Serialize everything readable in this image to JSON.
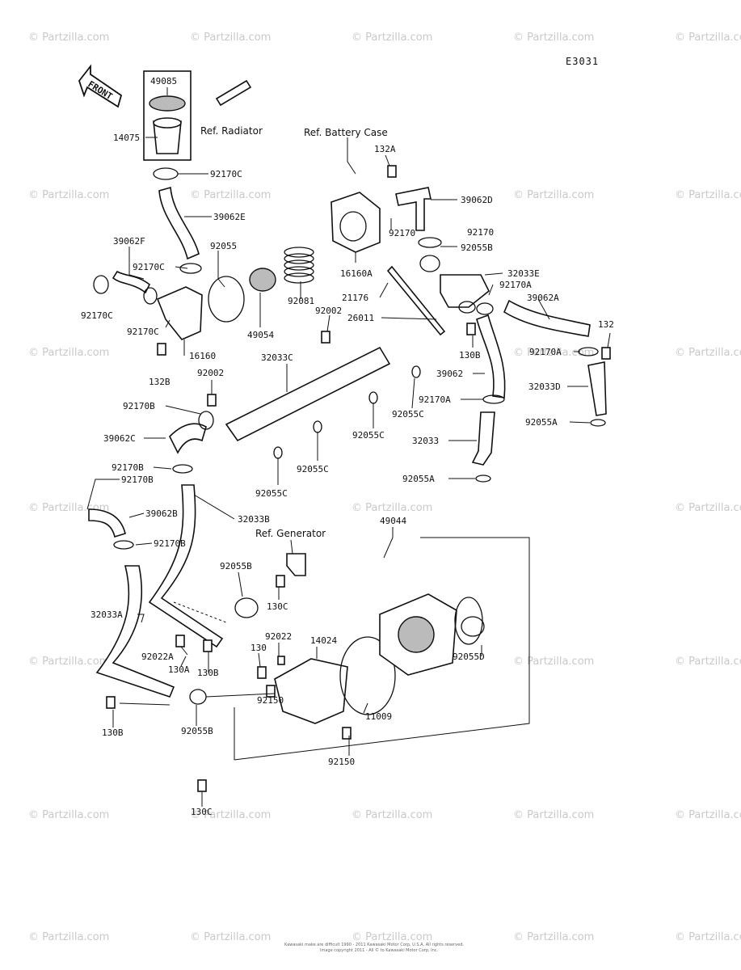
{
  "diagram_code": "E3031",
  "front_arrow": "FRONT",
  "watermark": "© Partzilla.com",
  "refs": {
    "radiator": "Ref. Radiator",
    "battery_case": "Ref. Battery Case",
    "generator": "Ref. Generator"
  },
  "labels": {
    "p49085": "49085",
    "p14075": "14075",
    "p92170C_a": "92170C",
    "p39062E": "39062E",
    "p39062F": "39062F",
    "p92055": "92055",
    "p92170C_b": "92170C",
    "p92170C_c": "92170C",
    "p92170C_d": "92170C",
    "p16160": "16160",
    "p132B": "132B",
    "p49054": "49054",
    "p92081": "92081",
    "p132A": "132A",
    "p39062D": "39062D",
    "p92170_a": "92170",
    "p92170_b": "92170",
    "p92055B_a": "92055B",
    "p16160A": "16160A",
    "p32033E": "32033E",
    "p21176": "21176",
    "p92170A_a": "92170A",
    "p39062A": "39062A",
    "p26011": "26011",
    "p92002_a": "92002",
    "p32033C": "32033C",
    "p132": "132",
    "p92170A_b": "92170A",
    "p130B_a": "130B",
    "p39062": "39062",
    "p32033D": "32033D",
    "p92002_b": "92002",
    "p92170B_a": "92170B",
    "p92170A_c": "92170A",
    "p92055C_a": "92055C",
    "p92055A_a": "92055A",
    "p39062C": "39062C",
    "p92055C_b": "92055C",
    "p32033": "32033",
    "p92055C_c": "92055C",
    "p92170B_b": "92170B",
    "p92055A_b": "92055A",
    "p92170B_c": "92170B",
    "p92055C_d": "92055C",
    "p39062B": "39062B",
    "p32033B": "32033B",
    "p49044": "49044",
    "p92170B_d": "92170B",
    "p92055B_b": "92055B",
    "p130C_a": "130C",
    "p32033A": "32033A",
    "p92022": "92022",
    "p14024": "14024",
    "p130": "130",
    "p92022A": "92022A",
    "p130A": "130A",
    "p130B_b": "130B",
    "p92055D": "92055D",
    "p11009": "11009",
    "p92150_a": "92150",
    "p130B_c": "130B",
    "p92055B_c": "92055B",
    "p92150_b": "92150",
    "p130C_b": "130C"
  },
  "footer": {
    "line1": "Kawasaki make are difficult 1990 - 2011 Kawasaki Motor Corp, U.S.A. All rights reserved.",
    "line2": "Image copyright 2011 - All © to Kawasaki Motor Corp, Inc."
  }
}
